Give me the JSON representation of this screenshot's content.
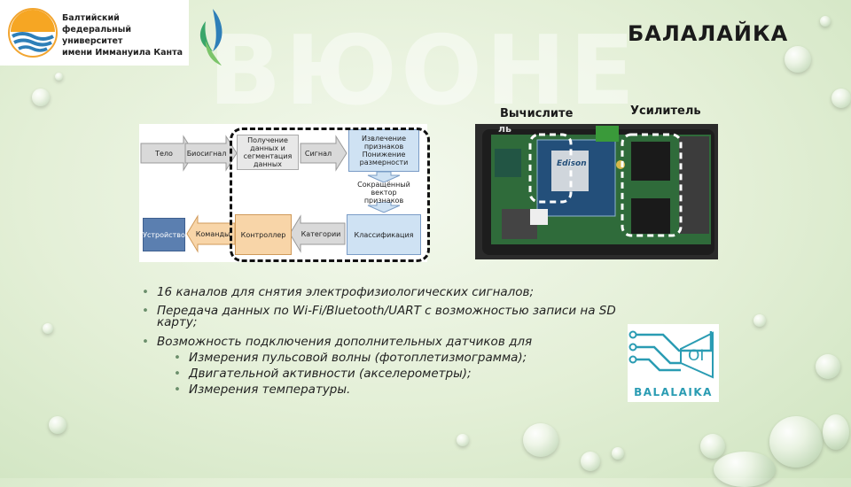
{
  "university": {
    "name_lines": [
      "Балтийский",
      "федеральный университет",
      "имени Иммануила Канта"
    ]
  },
  "title": "БАЛАЛАЙКА",
  "labels": {
    "computer": "Вычислите",
    "computer_cont": "ль",
    "amplifier": "Усилитель"
  },
  "diagram": {
    "blocks": {
      "body": "Тело",
      "biosignal": "Биосигнал",
      "acquire": "Получение данных и сегментация данных",
      "signal": "Сигнал",
      "features": "Извлечение признаков Понижение размерности",
      "reduced": "Сокращённый вектор признаков",
      "classify": "Классификация",
      "categories": "Категории",
      "controller": "Контроллер",
      "commands": "Команды",
      "device": "Устройство"
    }
  },
  "photo": {
    "chip_label": "Edison"
  },
  "bullets": [
    {
      "level": 1,
      "text": "16 каналов для снятия электрофизиологических сигналов;"
    },
    {
      "level": 1,
      "text": "Передача данных по Wi-Fi/Bluetooth/UART с возможностью записи на SD"
    },
    {
      "level": 0,
      "text": "карту;"
    },
    {
      "level": 1,
      "text": "Возможность подключения дополнительных датчиков для"
    },
    {
      "level": 2,
      "text": "Измерения пульсовой волны (фотоплетизмограмма);"
    },
    {
      "level": 2,
      "text": "Двигательной активности (акселерометры);"
    },
    {
      "level": 2,
      "text": "Измерения температуры."
    }
  ],
  "balalaika_logo": {
    "mark": "OI",
    "wordmark": "BALALAIKA"
  },
  "colors": {
    "accent_blue": "#2e7fb8",
    "logo_teal": "#2a9cb3",
    "diagram_blue": "#cfe2f3",
    "diagram_orange": "#f8d5a8",
    "diagram_gray": "#d9d9d9",
    "diagram_dark_blue": "#5b7fb0"
  }
}
